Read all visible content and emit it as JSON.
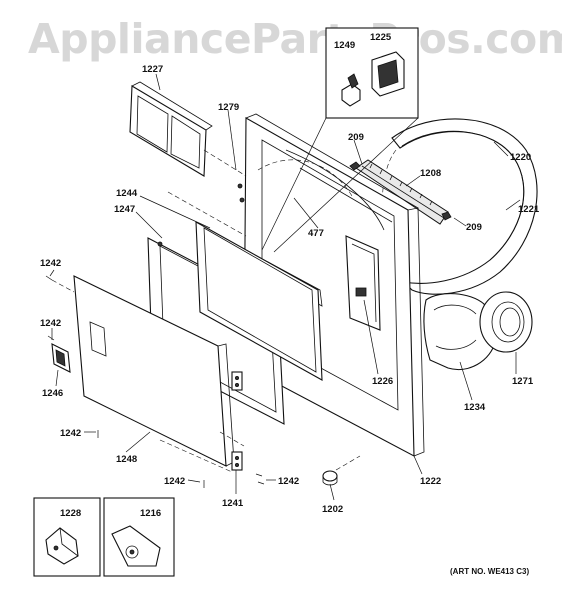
{
  "watermark": "AppliancePartsPros.com",
  "art_number": "(ART NO. WE413 C3)",
  "labels": {
    "p1227": "1227",
    "p1279": "1279",
    "p1249": "1249",
    "p1225": "1225",
    "p209a": "209",
    "p1220": "1220",
    "p1208": "1208",
    "p1221": "1221",
    "p209b": "209",
    "p477": "477",
    "p1244": "1244",
    "p1247": "1247",
    "p1242a": "1242",
    "p1242b": "1242",
    "p1246": "1246",
    "p1226": "1226",
    "p1271": "1271",
    "p1234": "1234",
    "p1242c": "1242",
    "p1248": "1248",
    "p1242d": "1242",
    "p1242e": "1242",
    "p1241": "1241",
    "p1222": "1222",
    "p1202": "1202",
    "p1228": "1228",
    "p1216": "1216"
  }
}
